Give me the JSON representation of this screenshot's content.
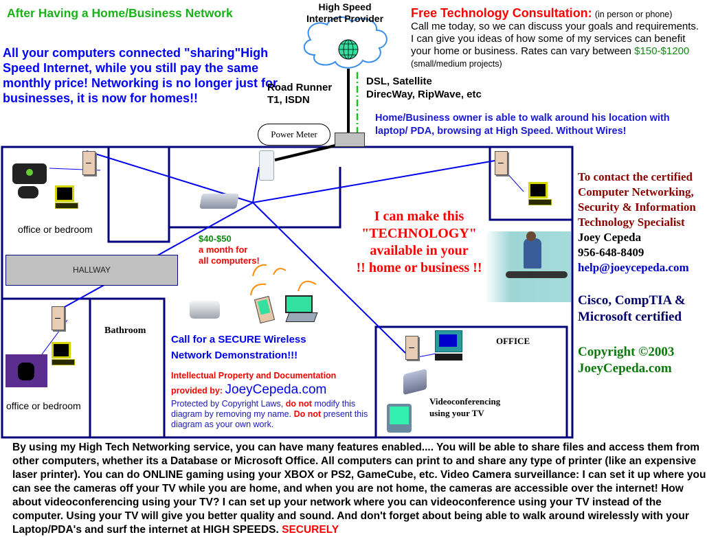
{
  "header": {
    "title": "After Having a Home/Business Network",
    "intro": "All your computers connected \"sharing\"High Speed Internet, while you still pay the same monthly price! Networking is no longer just for businesses, it is now for homes!!"
  },
  "isp": {
    "label_line1": "High Speed",
    "label_line2": "Internet Provider",
    "wired_line1": "Road Runner",
    "wired_line2": "T1, ISDN",
    "other_line1": "DSL, Satellite",
    "other_line2": "DirecWay, RipWave, etc"
  },
  "consultation": {
    "heading": "Free Technology Consultation:",
    "heading_note": "(in person or phone)",
    "body": "Call me today, so we can discuss your goals and requirements. I can give you ideas of how some of my services can benefit your home or business. Rates can vary between",
    "price": "$150-$1200",
    "price_note": "(small/medium projects)"
  },
  "walk_text": "Home/Business owner is able to walk around his location with laptop/ PDA, browsing at High Speed. Without Wires!",
  "power_meter": "Power Meter",
  "rooms": {
    "top_left": "office or bedroom",
    "hallway": "HALLWAY",
    "bathroom": "Bathroom",
    "bottom_left": "office or bedroom",
    "office": "OFFICE",
    "videoconf_line1": "Videoconferencing",
    "videoconf_line2": "using your TV"
  },
  "price_note": {
    "amount": "$40-$50",
    "line2": "a month for",
    "line3": "all computers!"
  },
  "tech_pitch": {
    "line1": "I can make this",
    "line2": "\"TECHNOLOGY\"",
    "line3": "available in your",
    "line4": "!! home or business !!"
  },
  "demo": {
    "line1": "Call for a SECURE Wireless",
    "line2": "Network Demonstration!!!"
  },
  "ip_notice": {
    "line1": "Intellectual Property and Documentation",
    "provided_by": "provided by:",
    "site": "JoeyCepeda.com",
    "p1": "Protected by Copyright Laws,",
    "dn1": "do not",
    "p2": "modify this diagram by removing my name.",
    "dn2": "Do not",
    "p3": "present this diagram as your own work."
  },
  "contact": {
    "l1": "To contact the certified",
    "l2": "Computer Networking,",
    "l3": "Security & Information",
    "l4": "Technology Specialist",
    "name": "Joey Cepeda",
    "phone": "956-648-8409",
    "email": "help@joeycepeda.com"
  },
  "certs": {
    "l1": "Cisco, CompTIA &",
    "l2": "Microsoft certified"
  },
  "copyright": {
    "l1": "Copyright ©2003",
    "l2": "JoeyCepeda.com"
  },
  "body_text": "By using my High Tech Networking service, you can have many features enabled.... You will be able to share files and access them from other computers, whether its a Database or Microsoft Office.  All computers can print to and share any type of printer (like an expensive laser printer). You can do ONLINE gaming using your XBOX or  PS2, GameCube, etc.  Video Camera surveillance: I can set it up where you can see the cameras off your TV while you are home, and when you are not home, the cameras are accessible over the internet!  How about videoconferencing using your TV? I can set up your network where you can videoconference using your TV instead of the computer.  Using your TV will give you better quality and sound.  And don't forget about being able to walk around wirelessly with your Laptop/PDA's and surf the internet at HIGH SPEEDS.",
  "body_text_end": "SECURELY",
  "colors": {
    "wall": "#00007a",
    "wireless_line": "#0000ee",
    "title_green": "#19b319",
    "accent_red": "#ff0000"
  }
}
